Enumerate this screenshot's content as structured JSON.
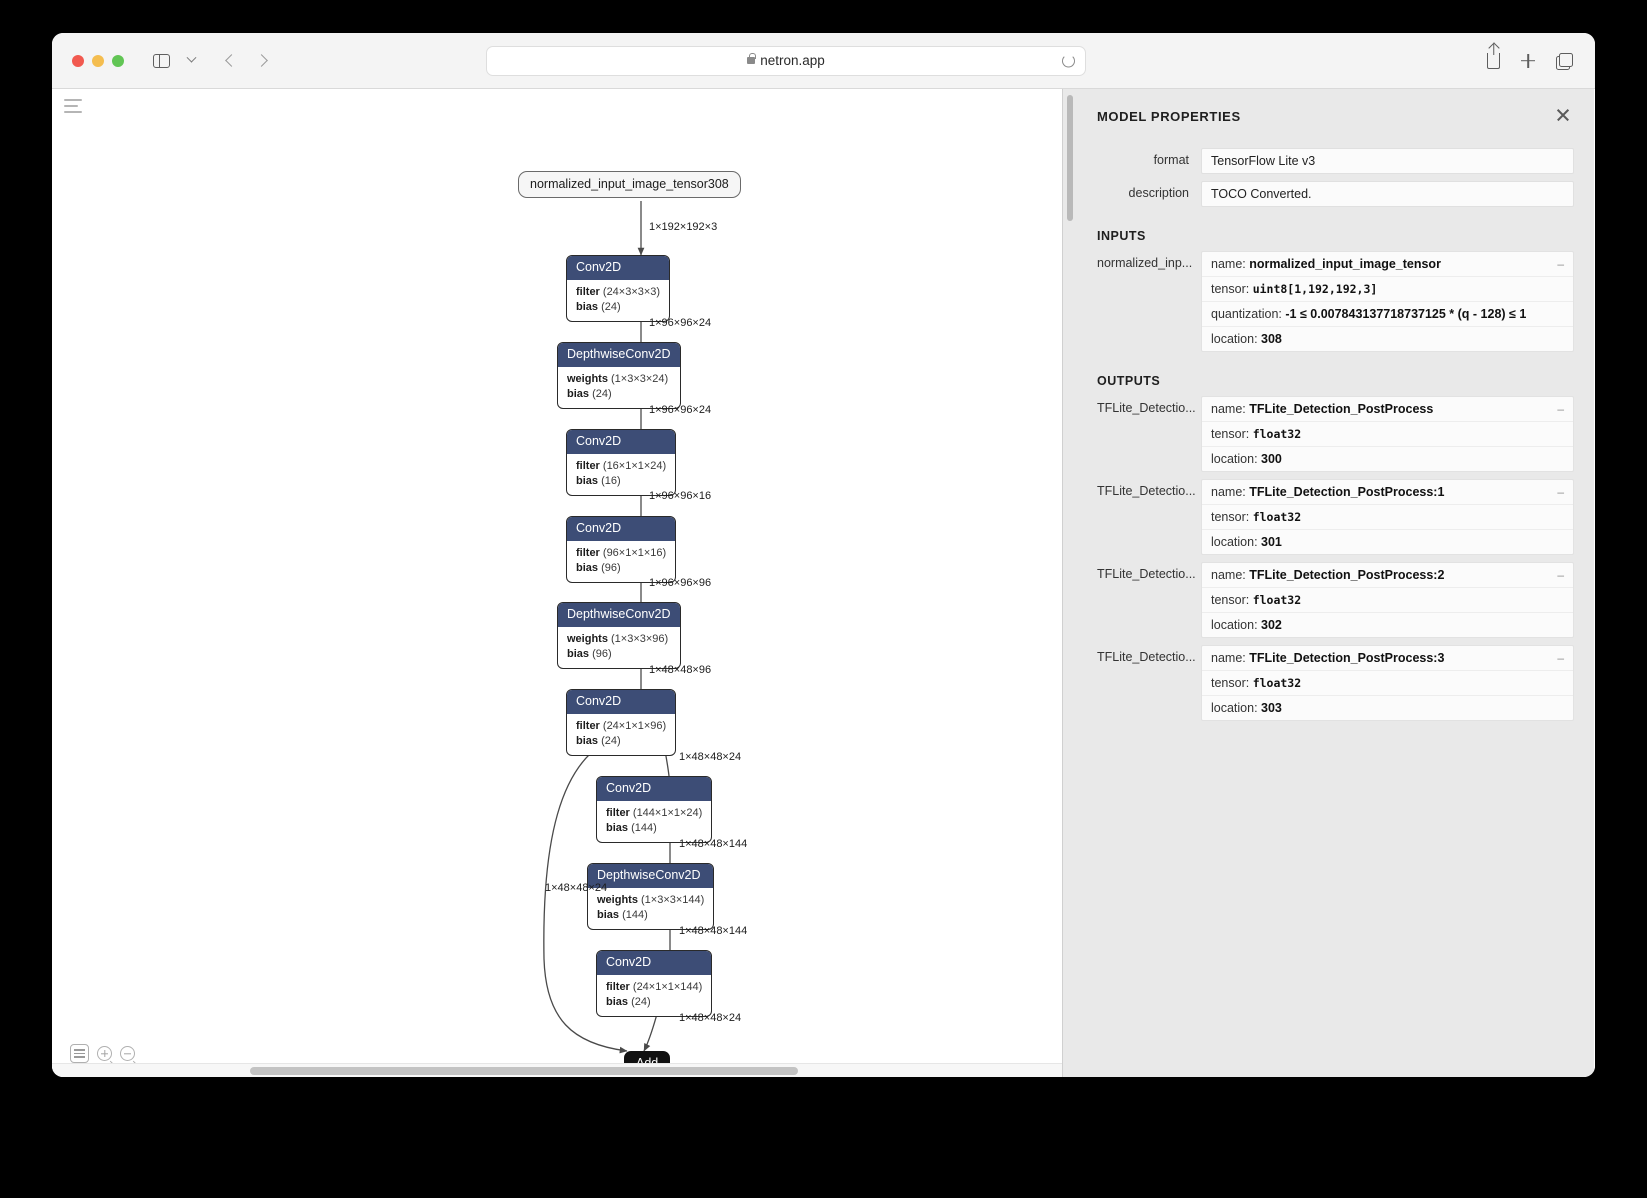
{
  "browser": {
    "url": "netron.app",
    "lock_icon": "lock-icon",
    "reload_icon": "reload-icon",
    "share_icon": "share-icon",
    "new_tab_icon": "plus-icon",
    "tab_overview_icon": "tabs-icon",
    "shield_icon": "shield-icon",
    "sidebar_icon": "sidebar-toggle-icon",
    "back_icon": "back-arrow-icon",
    "forward_icon": "forward-arrow-icon"
  },
  "canvas": {
    "menu_icon": "hamburger-menu-icon",
    "tools": [
      {
        "name": "properties-button",
        "icon": "list-icon"
      },
      {
        "name": "zoom-in-button",
        "icon": "zoom-in-icon"
      },
      {
        "name": "zoom-out-button",
        "icon": "zoom-out-icon"
      }
    ]
  },
  "graph": {
    "input_node": {
      "label": "normalized_input_image_tensor308"
    },
    "nodes": [
      {
        "type": "Conv2D",
        "attrs": [
          {
            "k": "filter",
            "v": "(24×3×3×3)"
          },
          {
            "k": "bias",
            "v": "(24)"
          }
        ]
      },
      {
        "type": "DepthwiseConv2D",
        "attrs": [
          {
            "k": "weights",
            "v": "(1×3×3×24)"
          },
          {
            "k": "bias",
            "v": "(24)"
          }
        ]
      },
      {
        "type": "Conv2D",
        "attrs": [
          {
            "k": "filter",
            "v": "(16×1×1×24)"
          },
          {
            "k": "bias",
            "v": "(16)"
          }
        ]
      },
      {
        "type": "Conv2D",
        "attrs": [
          {
            "k": "filter",
            "v": "(96×1×1×16)"
          },
          {
            "k": "bias",
            "v": "(96)"
          }
        ]
      },
      {
        "type": "DepthwiseConv2D",
        "attrs": [
          {
            "k": "weights",
            "v": "(1×3×3×96)"
          },
          {
            "k": "bias",
            "v": "(96)"
          }
        ]
      },
      {
        "type": "Conv2D",
        "attrs": [
          {
            "k": "filter",
            "v": "(24×1×1×96)"
          },
          {
            "k": "bias",
            "v": "(24)"
          }
        ]
      },
      {
        "type": "Conv2D",
        "attrs": [
          {
            "k": "filter",
            "v": "(144×1×1×24)"
          },
          {
            "k": "bias",
            "v": "(144)"
          }
        ]
      },
      {
        "type": "DepthwiseConv2D",
        "attrs": [
          {
            "k": "weights",
            "v": "(1×3×3×144)"
          },
          {
            "k": "bias",
            "v": "(144)"
          }
        ]
      },
      {
        "type": "Conv2D",
        "attrs": [
          {
            "k": "filter",
            "v": "(24×1×1×144)"
          },
          {
            "k": "bias",
            "v": "(24)"
          }
        ]
      }
    ],
    "add_node": {
      "label": "Add"
    },
    "edge_labels": [
      "1×192×192×3",
      "1×96×96×24",
      "1×96×96×24",
      "1×96×96×16",
      "1×96×96×96",
      "1×48×48×96",
      "1×48×48×24",
      "1×48×48×144",
      "1×48×48×144",
      "1×48×48×24",
      "1×48×48×24"
    ]
  },
  "properties": {
    "title": "MODEL PROPERTIES",
    "close_icon": "close-icon",
    "rows": [
      {
        "label": "format",
        "value": "TensorFlow Lite v3"
      },
      {
        "label": "description",
        "value": "TOCO Converted."
      }
    ],
    "inputs_title": "INPUTS",
    "inputs": [
      {
        "label": "normalized_inp...",
        "collapse": "–",
        "fields": [
          {
            "key": "name: ",
            "value": "normalized_input_image_tensor",
            "mono": false
          },
          {
            "key": "tensor: ",
            "value": "uint8[1,192,192,3]",
            "mono": true
          },
          {
            "key": "quantization: ",
            "value": "-1 ≤ 0.007843137718737125 * (q - 128) ≤ 1",
            "mono": false
          },
          {
            "key": "location: ",
            "value": "308",
            "mono": false
          }
        ]
      }
    ],
    "outputs_title": "OUTPUTS",
    "outputs": [
      {
        "label": "TFLite_Detectio...",
        "collapse": "–",
        "fields": [
          {
            "key": "name: ",
            "value": "TFLite_Detection_PostProcess",
            "mono": false
          },
          {
            "key": "tensor: ",
            "value": "float32",
            "mono": true
          },
          {
            "key": "location: ",
            "value": "300",
            "mono": false
          }
        ]
      },
      {
        "label": "TFLite_Detectio...",
        "collapse": "–",
        "fields": [
          {
            "key": "name: ",
            "value": "TFLite_Detection_PostProcess:1",
            "mono": false
          },
          {
            "key": "tensor: ",
            "value": "float32",
            "mono": true
          },
          {
            "key": "location: ",
            "value": "301",
            "mono": false
          }
        ]
      },
      {
        "label": "TFLite_Detectio...",
        "collapse": "–",
        "fields": [
          {
            "key": "name: ",
            "value": "TFLite_Detection_PostProcess:2",
            "mono": false
          },
          {
            "key": "tensor: ",
            "value": "float32",
            "mono": true
          },
          {
            "key": "location: ",
            "value": "302",
            "mono": false
          }
        ]
      },
      {
        "label": "TFLite_Detectio...",
        "collapse": "–",
        "fields": [
          {
            "key": "name: ",
            "value": "TFLite_Detection_PostProcess:3",
            "mono": false
          },
          {
            "key": "tensor: ",
            "value": "float32",
            "mono": true
          },
          {
            "key": "location: ",
            "value": "303",
            "mono": false
          }
        ]
      }
    ]
  },
  "colors": {
    "node_header": "#3d4d76",
    "panel_bg": "#e9e9e9",
    "add_node": "#111111"
  }
}
